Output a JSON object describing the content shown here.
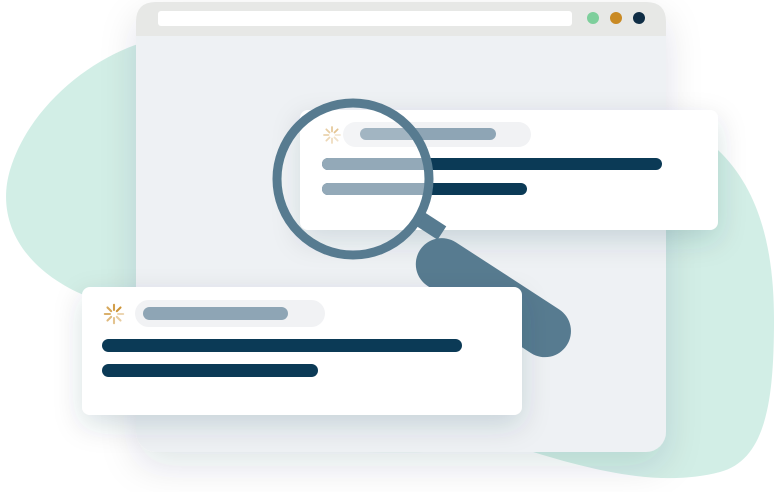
{
  "colors": {
    "blob": "#d2eee6",
    "browser_frame": "#e7e8e6",
    "browser_body": "#eef1f4",
    "address_bar": "#ffffff",
    "dot_green": "#7ecf9c",
    "dot_orange": "#c98a24",
    "dot_navy": "#0f2d45",
    "card": "#ffffff",
    "pill_bg": "#f1f2f4",
    "pill_bar": "#8ea5b5",
    "text_line_dark": "#0b3a56",
    "text_line_light": "#93a9b8",
    "magnifier": "#577b90",
    "spinner": "#c98a24"
  },
  "browser": {
    "window_controls": [
      "green-dot",
      "orange-dot",
      "navy-dot"
    ]
  },
  "icons": {
    "loading": "loading-spinner-icon",
    "magnifier": "magnifying-glass-icon"
  }
}
